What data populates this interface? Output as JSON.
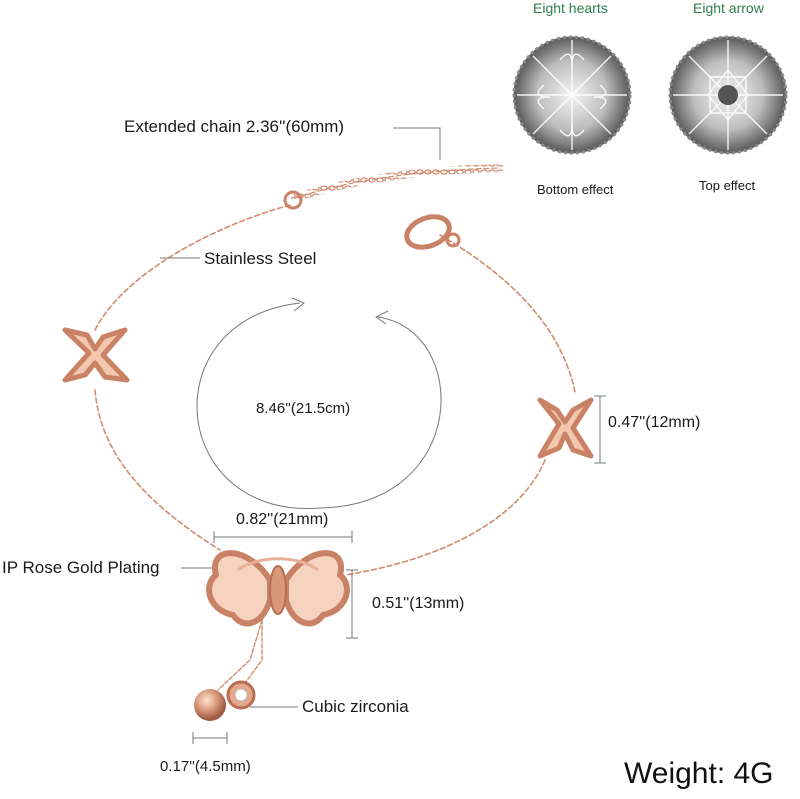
{
  "gems": {
    "left_title": "Eight hearts",
    "right_title": "Eight arrow",
    "left_caption": "Bottom effect",
    "right_caption": "Top effect"
  },
  "labels": {
    "extended_chain": "Extended chain 2.36''(60mm)",
    "material": "Stainless Steel",
    "length": "8.46''(21.5cm)",
    "charm_height": "0.47''(12mm)",
    "butterfly_width": "0.82''(21mm)",
    "plating": "IP Rose Gold Plating",
    "butterfly_height": "0.51''(13mm)",
    "stone": "Cubic zirconia",
    "bead_size": "0.17''(4.5mm)"
  },
  "weight": "Weight: 4G",
  "colors": {
    "rose_gold": "#d9977a",
    "rose_gold_dark": "#b86e52",
    "rose_gold_light": "#f3c7ae",
    "gem_grey": "#9a9a9a"
  }
}
